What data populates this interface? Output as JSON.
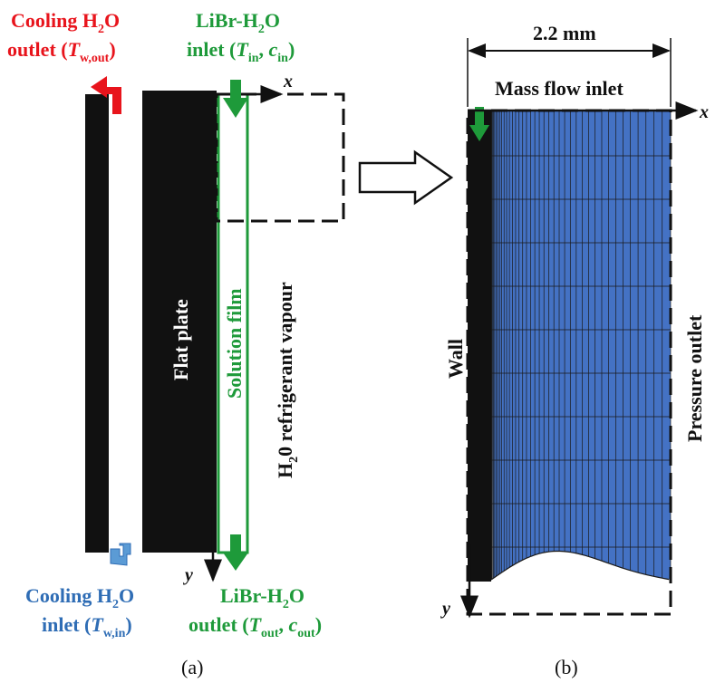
{
  "panel_a": {
    "cooling_outlet": {
      "line1_a": "Cooling H",
      "line1_sub": "2",
      "line1_b": "O",
      "line2_a": "outlet (",
      "line2_var": "T",
      "line2_sub": "w,out",
      "line2_b": ")"
    },
    "libr_inlet": {
      "line1": "LiBr-H",
      "line1_sub": "2",
      "line1_b": "O",
      "line2_a": "inlet (",
      "line2_var1": "T",
      "line2_sub1": "in",
      "line2_sep": ", ",
      "line2_var2": "c",
      "line2_sub2": "in",
      "line2_b": ")"
    },
    "cooling_inlet": {
      "line1_a": "Cooling H",
      "line1_sub": "2",
      "line1_b": "O",
      "line2_a": "inlet (",
      "line2_var": "T",
      "line2_sub": "w,in",
      "line2_b": ")"
    },
    "libr_outlet": {
      "line1": "LiBr-H",
      "line1_sub": "2",
      "line1_b": "O",
      "line2_a": "outlet (",
      "line2_var1": "T",
      "line2_sub1": "out",
      "line2_sep": ", ",
      "line2_var2": "c",
      "line2_sub2": "out",
      "line2_b": ")"
    },
    "flat_plate": "Flat plate",
    "solution_film": "Solution film",
    "vapour_a": "H",
    "vapour_sub": "2",
    "vapour_b": "0 refrigerant vapour",
    "x_axis": "x",
    "y_axis": "y",
    "caption": "(a)"
  },
  "panel_b": {
    "width_label": "2.2 mm",
    "top_label": "Mass flow inlet",
    "left_label": "Wall",
    "right_label": "Pressure outlet",
    "x_axis": "x",
    "y_axis": "y",
    "caption": "(b)"
  },
  "colors": {
    "red": "#e8141c",
    "green": "#1e9a3a",
    "blue": "#2f6db5",
    "blue_arrow": "#5b9bd5",
    "mesh_fill": "#4472c4",
    "black": "#111111"
  }
}
